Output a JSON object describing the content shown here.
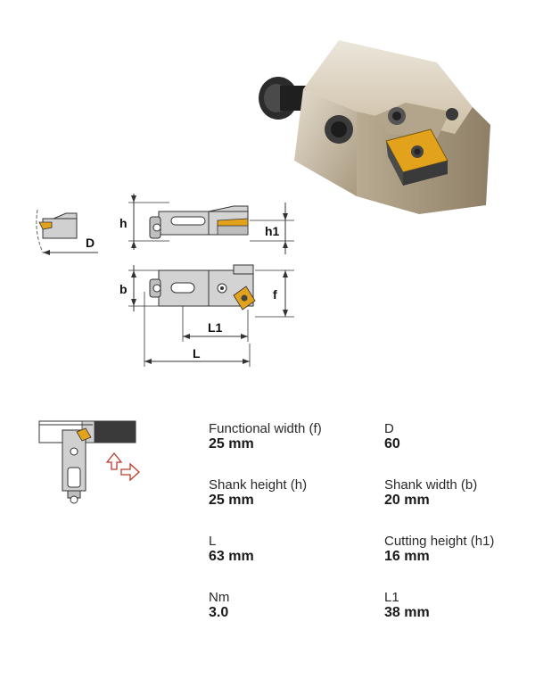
{
  "drawing": {
    "labels": {
      "h": "h",
      "h1": "h1",
      "D": "D",
      "b": "b",
      "f": "f",
      "L1": "L1",
      "L": "L"
    }
  },
  "specs": [
    {
      "label": "Functional width (f)",
      "value": "25 mm"
    },
    {
      "label": "D",
      "value": "60"
    },
    {
      "label": "Shank height (h)",
      "value": "25 mm"
    },
    {
      "label": "Shank width (b)",
      "value": "20 mm"
    },
    {
      "label": "L",
      "value": "63 mm"
    },
    {
      "label": "Cutting height (h1)",
      "value": "16 mm"
    },
    {
      "label": "Nm",
      "value": "3.0"
    },
    {
      "label": "L1",
      "value": "38 mm"
    }
  ],
  "colors": {
    "body": "#c9bba3",
    "insert": "#e2a21c",
    "arrow": "#c0392b",
    "line": "#333333"
  },
  "icons": [
    "tool-holder-product-image",
    "cutting-direction-icon"
  ]
}
